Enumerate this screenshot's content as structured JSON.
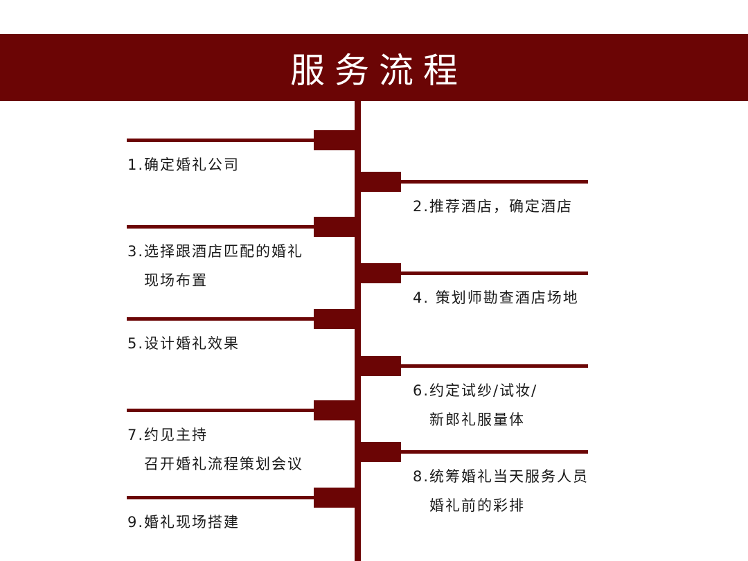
{
  "title": "服务流程",
  "colors": {
    "accent": "#6b0505",
    "text": "#1a1a1a",
    "background": "#ffffff"
  },
  "steps": [
    {
      "side": "left",
      "lines": [
        "1.确定婚礼公司"
      ]
    },
    {
      "side": "right",
      "lines": [
        "2.推荐酒店，确定酒店"
      ]
    },
    {
      "side": "left",
      "lines": [
        "3.选择跟酒店匹配的婚礼",
        "现场布置"
      ]
    },
    {
      "side": "right",
      "lines": [
        "4. 策划师勘查酒店场地"
      ]
    },
    {
      "side": "left",
      "lines": [
        "5.设计婚礼效果"
      ]
    },
    {
      "side": "right",
      "lines": [
        "6.约定试纱/试妆/",
        "新郎礼服量体"
      ]
    },
    {
      "side": "left",
      "lines": [
        "7.约见主持",
        "召开婚礼流程策划会议"
      ]
    },
    {
      "side": "right",
      "lines": [
        "8.统筹婚礼当天服务人员",
        "婚礼前的彩排"
      ]
    },
    {
      "side": "left",
      "lines": [
        "9.婚礼现场搭建"
      ]
    }
  ]
}
